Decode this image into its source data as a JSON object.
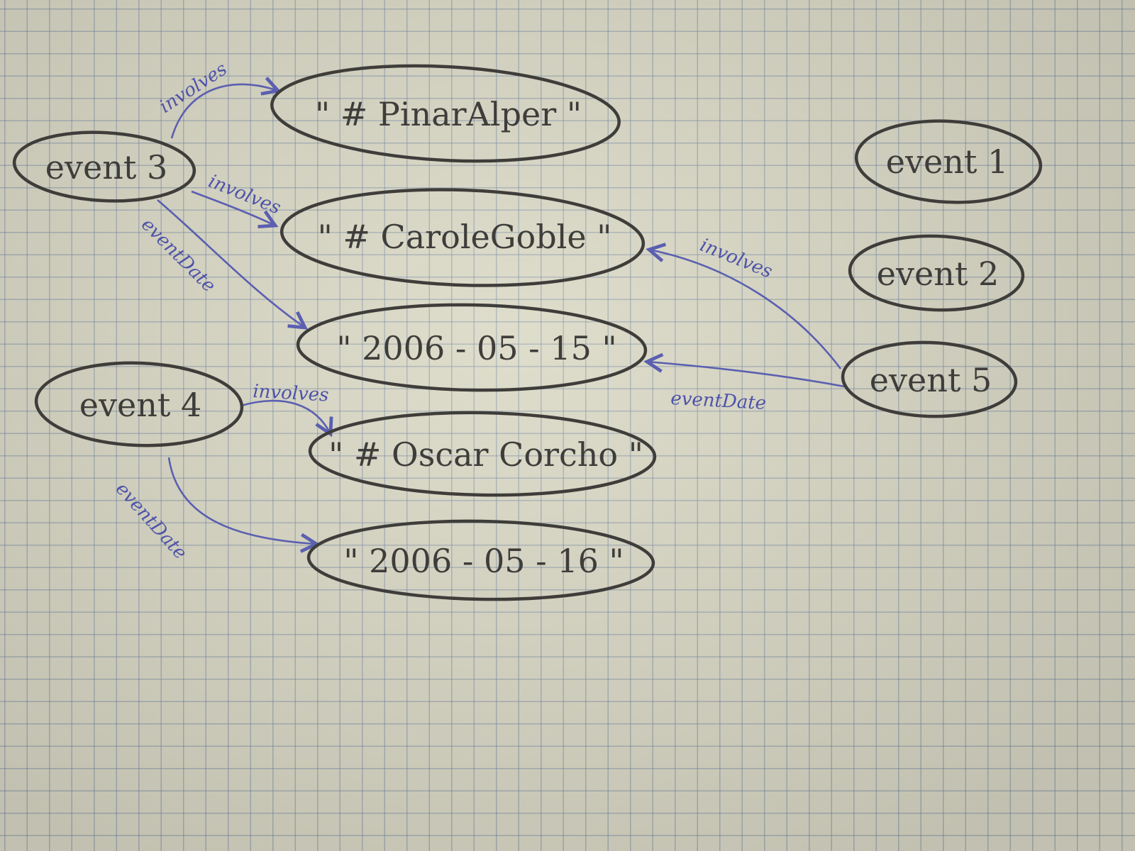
{
  "nodes": {
    "event3": "event 3",
    "event4": "event 4",
    "event1": "event 1",
    "event2": "event 2",
    "event5": "event 5",
    "pinar": "\" # PinarAlper \"",
    "carole": "\" # CaroleGoble \"",
    "date15": "\" 2006 - 05 - 15 \"",
    "oscar": "\" # Oscar Corcho \"",
    "date16": "\" 2006 - 05 - 16 \""
  },
  "edges": {
    "e3_pinar": "involves",
    "e3_carole": "involves",
    "e3_date": "eventDate",
    "e5_carole": "involves",
    "e5_date": "eventDate",
    "e4_oscar": "involves",
    "e4_date": "eventDate"
  },
  "colors": {
    "paper": "#d8d6c4",
    "grid": "#5f789b",
    "pencil": "#3e3d3a",
    "ink": "#5a5fb0"
  }
}
